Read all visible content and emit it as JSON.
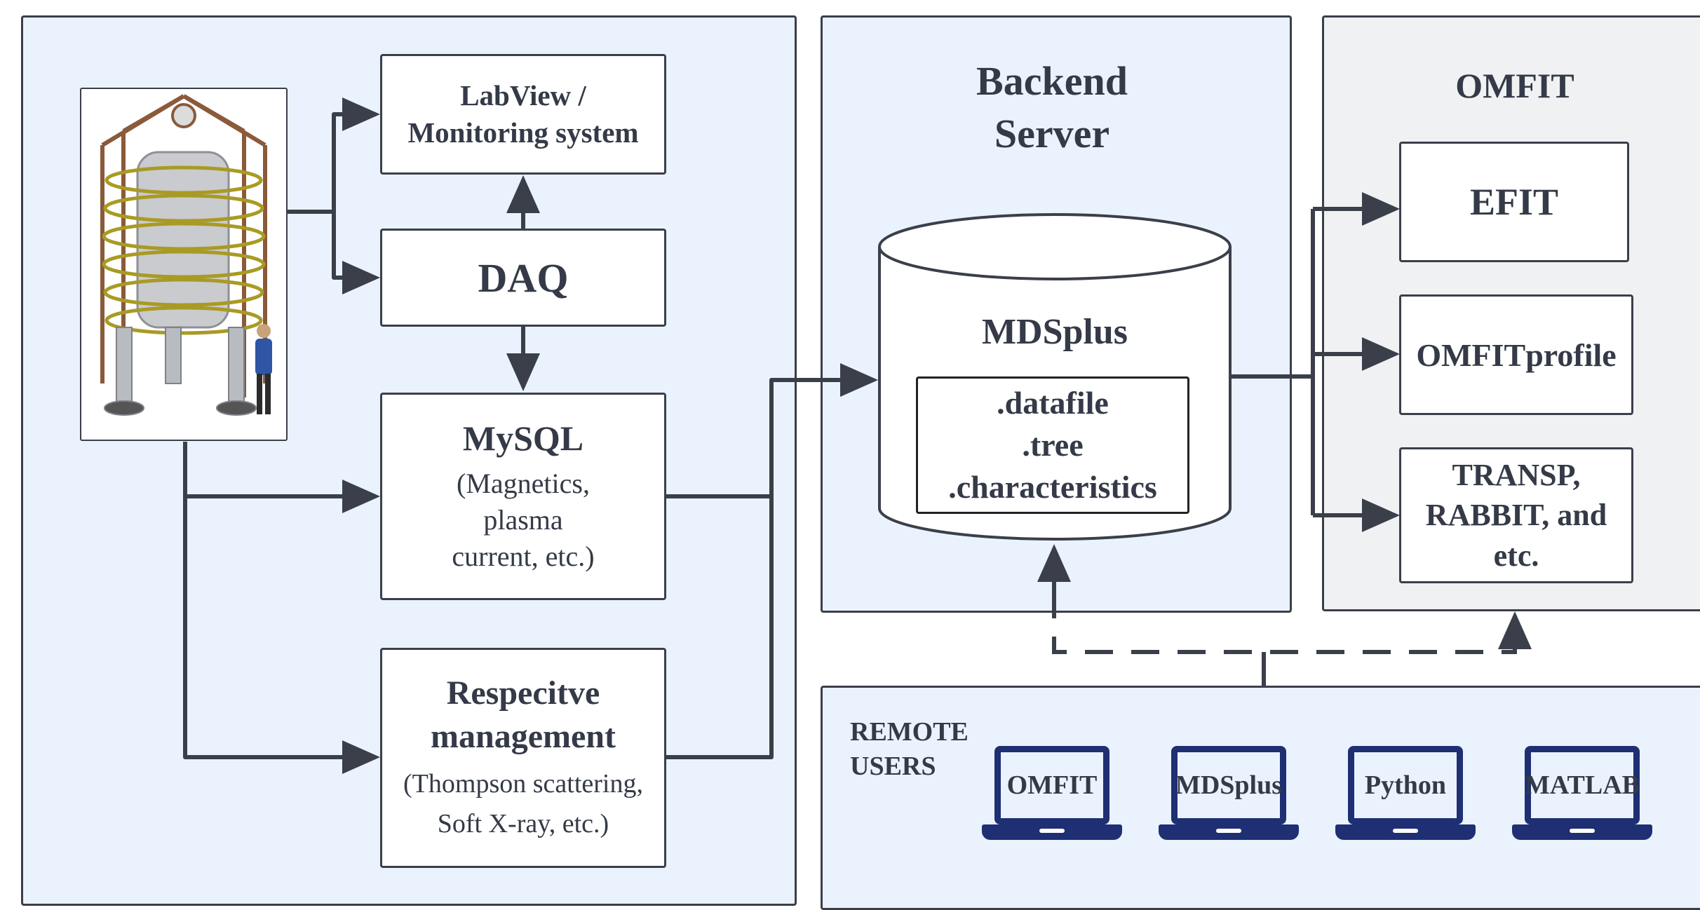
{
  "nodes": {
    "labview": {
      "line1": "LabView /",
      "line2": "Monitoring system"
    },
    "daq": {
      "label": "DAQ"
    },
    "mysql": {
      "title": "MySQL",
      "line1": "(Magnetics,",
      "line2": "plasma",
      "line3": "current, etc.)"
    },
    "respective": {
      "title1": "Respecitve",
      "title2": "management",
      "line1": "(Thompson scattering,",
      "line2": "Soft X-ray, etc.)"
    },
    "backend": {
      "title1": "Backend",
      "title2": "Server"
    },
    "mdsplus": {
      "title": "MDSplus",
      "item1": ".datafile",
      "item2": ".tree",
      "item3": ".characteristics"
    },
    "omfit": {
      "title": "OMFIT",
      "efit": "EFIT",
      "omfitprofile": "OMFITprofile",
      "transp1": "TRANSP,",
      "transp2": "RABBIT, and",
      "transp3": "etc."
    },
    "remote": {
      "line1": "REMOTE",
      "line2": "USERS",
      "laptops": [
        "OMFIT",
        "MDSplus",
        "Python",
        "MATLAB"
      ]
    }
  },
  "colors": {
    "panel_blue": "#eaf3fd",
    "panel_gray": "#f0f1f2",
    "line": "#3a3f4a",
    "laptop": "#1f2f73"
  },
  "icons": {
    "device": "tokamak-device-illustration",
    "laptop": "laptop-icon"
  }
}
